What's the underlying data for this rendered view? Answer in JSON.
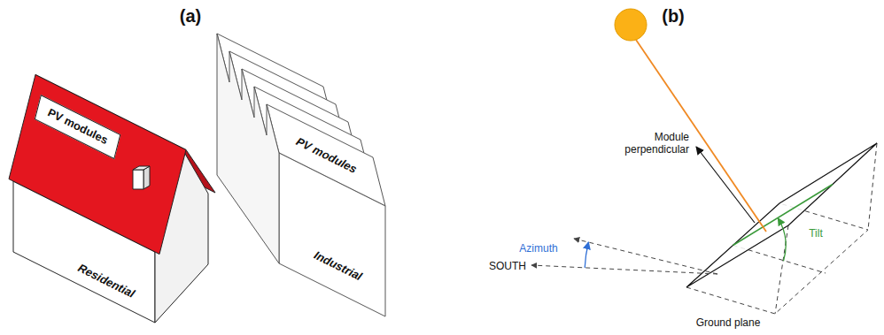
{
  "diagram": {
    "nodes": [
      {
        "text": [
          "PV modules"
        ]
      }
    ],
    "labels": [
      "(a)",
      "(b)",
      "Residential",
      "PV modules",
      "Industrial",
      "Module perpendicular",
      "Azimuth",
      "SOUTH",
      "Tilt",
      "Ground plane"
    ]
  }
}
